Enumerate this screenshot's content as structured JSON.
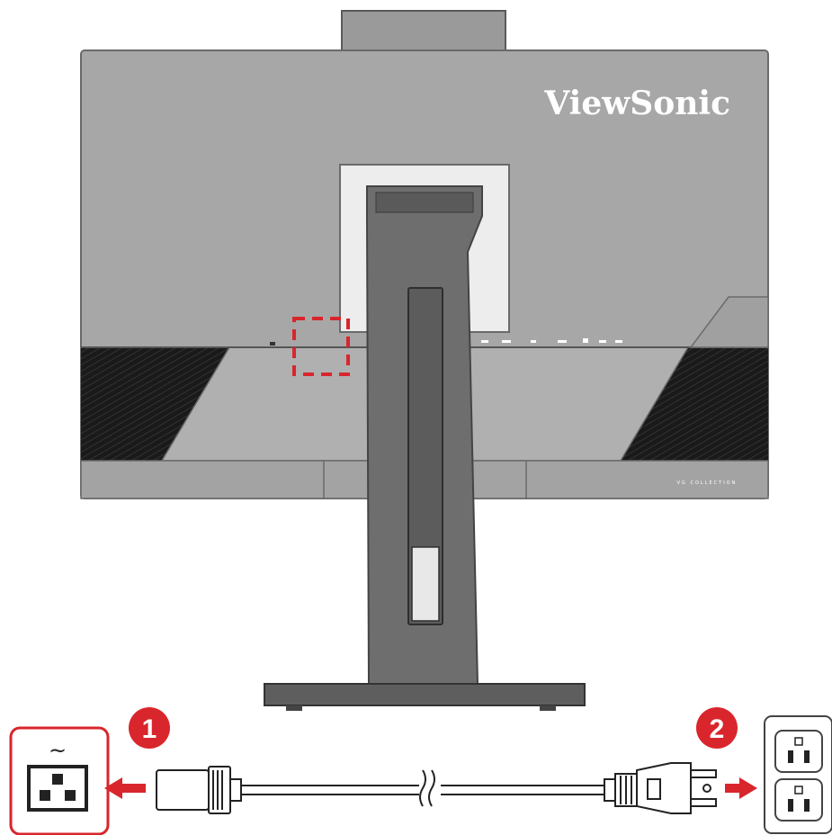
{
  "brand": {
    "logo_text": "ViewSonic",
    "series_text": "VG COLLECTION"
  },
  "steps": [
    {
      "number": "1"
    },
    {
      "number": "2"
    }
  ],
  "connector": {
    "ac_symbol": "~"
  },
  "colors": {
    "monitor_body": "#a7a7a7",
    "monitor_dark": "#2a2a2a",
    "stand": "#6e6e6e",
    "callout_red": "#d9262c",
    "highlight_box": "#d9262c"
  }
}
